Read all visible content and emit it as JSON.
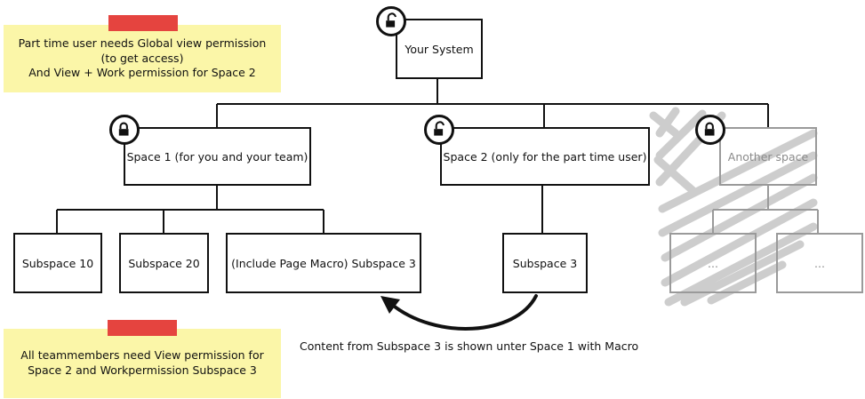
{
  "root": {
    "label": "Your System",
    "lock": "unlocked"
  },
  "spaces": [
    {
      "key": "space1",
      "label": "Space 1 (for you and your team)",
      "lock": "locked"
    },
    {
      "key": "space2",
      "label": "Space 2 (only for the part time user)",
      "lock": "unlocked"
    },
    {
      "key": "another",
      "label": "Another space",
      "lock": "locked",
      "scribbled": true
    }
  ],
  "subspaces": [
    {
      "key": "sub10",
      "label": "Subspace 10"
    },
    {
      "key": "sub20",
      "label": "Subspace 20"
    },
    {
      "key": "sub3_macro",
      "label": "(Include Page Macro) Subspace 3"
    },
    {
      "key": "sub3",
      "label": "Subspace 3"
    },
    {
      "key": "ph1",
      "label": "..."
    },
    {
      "key": "ph2",
      "label": "..."
    }
  ],
  "notes": {
    "top": "Part time user needs Global view permission (to get access)\nAnd View + Work permission for Space 2",
    "bottom": "All teammembers need View permission for Space 2 and Workpermission Subspace 3"
  },
  "arrow_caption": "Content from Subspace 3 is shown unter Space 1 with Macro",
  "colors": {
    "note": "#fbf6a8",
    "note_tab": "#e5443f",
    "scribble": "#c9c9c9",
    "line": "#111111"
  }
}
